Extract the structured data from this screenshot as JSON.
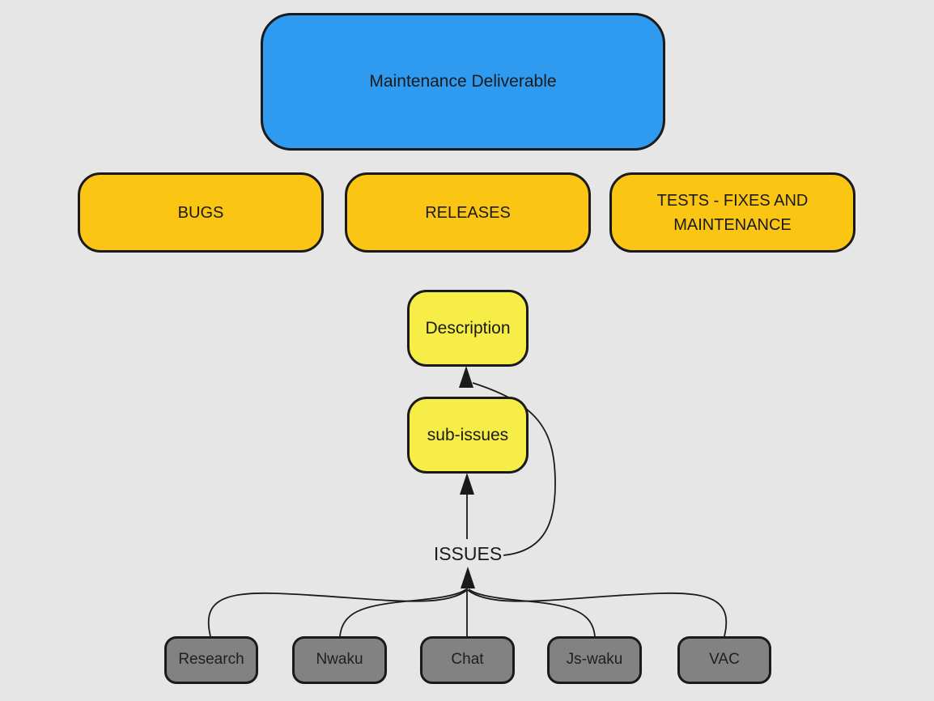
{
  "diagram": {
    "title": "Maintenance Deliverable flowchart",
    "colors": {
      "background": "#e6e6e6",
      "blue": "#2e9bf0",
      "orange": "#fac513",
      "yellow": "#f6ee47",
      "gray": "#828282",
      "stroke": "#1a1a1a"
    },
    "nodes": {
      "root": {
        "label": "Maintenance Deliverable",
        "color": "#2e9bf0"
      },
      "bugs": {
        "label": "BUGS",
        "color": "#fac513"
      },
      "releases": {
        "label": "RELEASES",
        "color": "#fac513"
      },
      "tests": {
        "label": "TESTS - FIXES AND MAINTENANCE",
        "color": "#fac513"
      },
      "description": {
        "label": "Description",
        "color": "#f6ee47"
      },
      "sub_issues": {
        "label": "sub-issues",
        "color": "#f6ee47"
      },
      "issues": {
        "label": "ISSUES"
      },
      "research": {
        "label": "Research",
        "color": "#828282"
      },
      "nwaku": {
        "label": "Nwaku",
        "color": "#828282"
      },
      "chat": {
        "label": "Chat",
        "color": "#828282"
      },
      "js_waku": {
        "label": "Js-waku",
        "color": "#828282"
      },
      "vac": {
        "label": "VAC",
        "color": "#828282"
      }
    },
    "edges": [
      {
        "from": "issues",
        "to": "sub_issues",
        "style": "straight-arrow"
      },
      {
        "from": "issues",
        "to": "description",
        "style": "curved-arrow"
      },
      {
        "from": "research",
        "to": "issues",
        "style": "curve"
      },
      {
        "from": "nwaku",
        "to": "issues",
        "style": "curve"
      },
      {
        "from": "chat",
        "to": "issues",
        "style": "straight"
      },
      {
        "from": "js_waku",
        "to": "issues",
        "style": "curve"
      },
      {
        "from": "vac",
        "to": "issues",
        "style": "curve"
      }
    ]
  }
}
